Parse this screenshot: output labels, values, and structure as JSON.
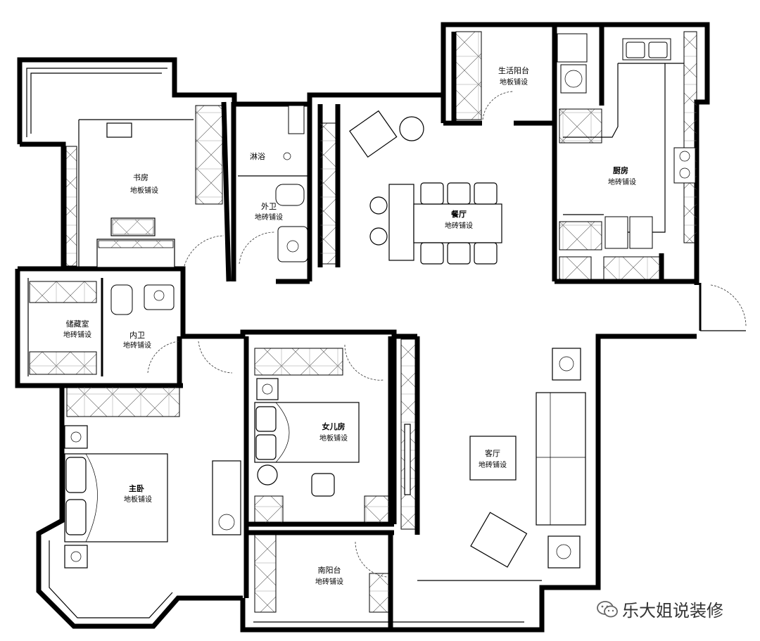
{
  "rooms": {
    "study": {
      "name": "书房",
      "floor": "地板铺设"
    },
    "shower": {
      "name": "淋浴"
    },
    "guest_bath": {
      "name": "外卫",
      "floor": "地砖铺设"
    },
    "service_balcony": {
      "name": "生活阳台",
      "floor": "地板铺设"
    },
    "kitchen": {
      "name": "厨房",
      "floor": "地砖铺设"
    },
    "dining": {
      "name": "餐厅",
      "floor": "地砖铺设"
    },
    "storage": {
      "name": "储藏室",
      "floor": "地砖铺设"
    },
    "inner_bath": {
      "name": "内卫",
      "floor": "地砖铺设"
    },
    "daughter_room": {
      "name": "女儿房",
      "floor": "地板铺设"
    },
    "living": {
      "name": "客厅",
      "floor": "地砖铺设"
    },
    "master_bedroom": {
      "name": "主卧",
      "floor": "地板铺设"
    },
    "south_balcony": {
      "name": "南阳台",
      "floor": "地砖铺设"
    }
  },
  "watermark": {
    "text": "乐大姐说装修",
    "icon": "wechat-icon"
  }
}
